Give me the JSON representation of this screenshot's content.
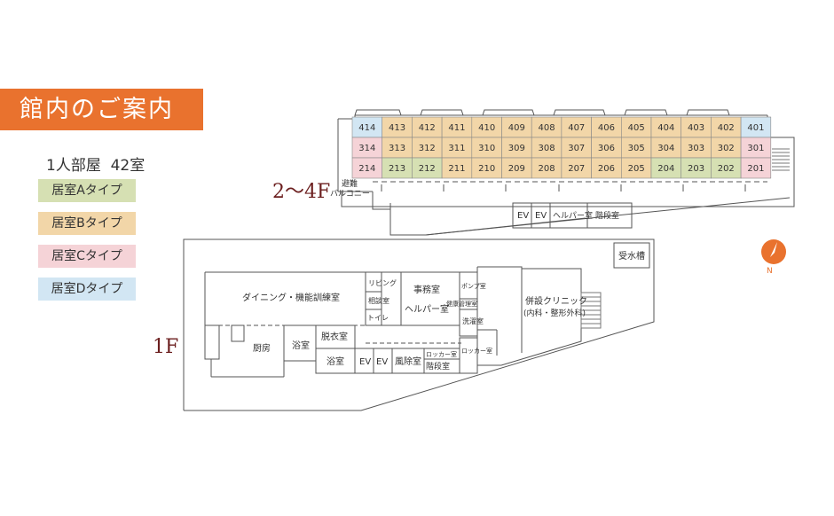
{
  "header": {
    "title": "館内のご案内"
  },
  "summary": {
    "prefix": "1人部屋",
    "count": "42室"
  },
  "legend": [
    {
      "label": "居室Aタイプ",
      "color": "#d6e0b3"
    },
    {
      "label": "居室Bタイプ",
      "color": "#f2d6a8"
    },
    {
      "label": "居室Cタイプ",
      "color": "#f5d3d7"
    },
    {
      "label": "居室Dタイプ",
      "color": "#d2e6f3"
    }
  ],
  "upper_floor": {
    "label": "2～4F",
    "rooms_row1": [
      "414",
      "413",
      "412",
      "411",
      "410",
      "409",
      "408",
      "407",
      "406",
      "405",
      "404",
      "403",
      "402",
      "401"
    ],
    "rooms_row2": [
      "314",
      "313",
      "312",
      "311",
      "310",
      "309",
      "308",
      "307",
      "306",
      "305",
      "304",
      "303",
      "302",
      "301"
    ],
    "rooms_row3": [
      "214",
      "213",
      "212",
      "211",
      "210",
      "209",
      "208",
      "207",
      "206",
      "205",
      "204",
      "203",
      "202",
      "201"
    ],
    "types_row1": [
      "D",
      "B",
      "B",
      "B",
      "B",
      "B",
      "B",
      "B",
      "B",
      "B",
      "B",
      "B",
      "B",
      "D"
    ],
    "types_row2": [
      "C",
      "B",
      "B",
      "B",
      "B",
      "B",
      "B",
      "B",
      "B",
      "B",
      "B",
      "B",
      "B",
      "C"
    ],
    "types_row3": [
      "C",
      "A",
      "A",
      "B",
      "B",
      "B",
      "B",
      "B",
      "B",
      "B",
      "A",
      "A",
      "A",
      "C"
    ],
    "evac_label_1": "避難",
    "evac_label_2": "バルコニー",
    "ev1": "EV",
    "ev2": "EV",
    "helper": "ヘルパー室",
    "stairs": "階段室"
  },
  "first_floor": {
    "label": "1F",
    "water_tank": "受水槽",
    "dining": "ダイニング・機能訓練室",
    "living": "リビング",
    "consult": "相談室",
    "toilet": "トイレ",
    "office": "事務室",
    "helper": "ヘルパー室",
    "pump": "ポンプ室",
    "health": "健康管理室",
    "laundry": "洗濯室",
    "clinic_name": "併設クリニック",
    "clinic_dept": "(内科・整形外科)",
    "kitchen": "厨房",
    "bath1": "浴室",
    "dressing": "脱衣室",
    "bath2": "浴室",
    "ev1": "EV",
    "ev2": "EV",
    "windbreak": "風除室",
    "stairs": "階段室",
    "locker1": "ロッカー室",
    "locker2": "ロッカー室"
  },
  "compass": {
    "label": "N",
    "color": "#e9722e"
  }
}
